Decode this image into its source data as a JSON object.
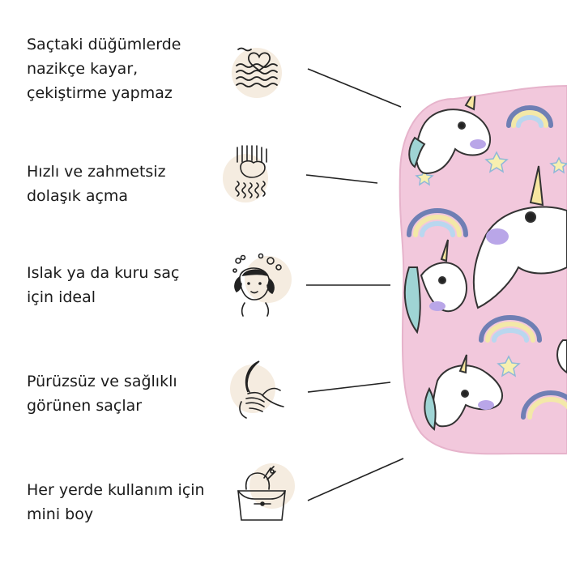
{
  "features": [
    {
      "lines": [
        "Saçtaki düğümlerde",
        "nazikçe kayar,",
        "çekiştirme yapmaz"
      ],
      "icon": "heart-waves-icon"
    },
    {
      "lines": [
        "Hızlı ve zahmetsiz",
        "dolaşık açma"
      ],
      "icon": "brush-detangling-icon"
    },
    {
      "lines": [
        "Islak ya da kuru saç",
        "için ideal"
      ],
      "icon": "woman-washing-hair-icon"
    },
    {
      "lines": [
        "Pürüzsüz ve sağlıklı",
        "görünen saçlar"
      ],
      "icon": "hand-touching-hair-icon"
    },
    {
      "lines": [
        "Her yerde kullanım için",
        "mini boy"
      ],
      "icon": "travel-bag-icon"
    }
  ],
  "colors": {
    "accent_blob": "#f5ece0",
    "line": "#222222",
    "brush_pink": "#f2c8dc"
  }
}
